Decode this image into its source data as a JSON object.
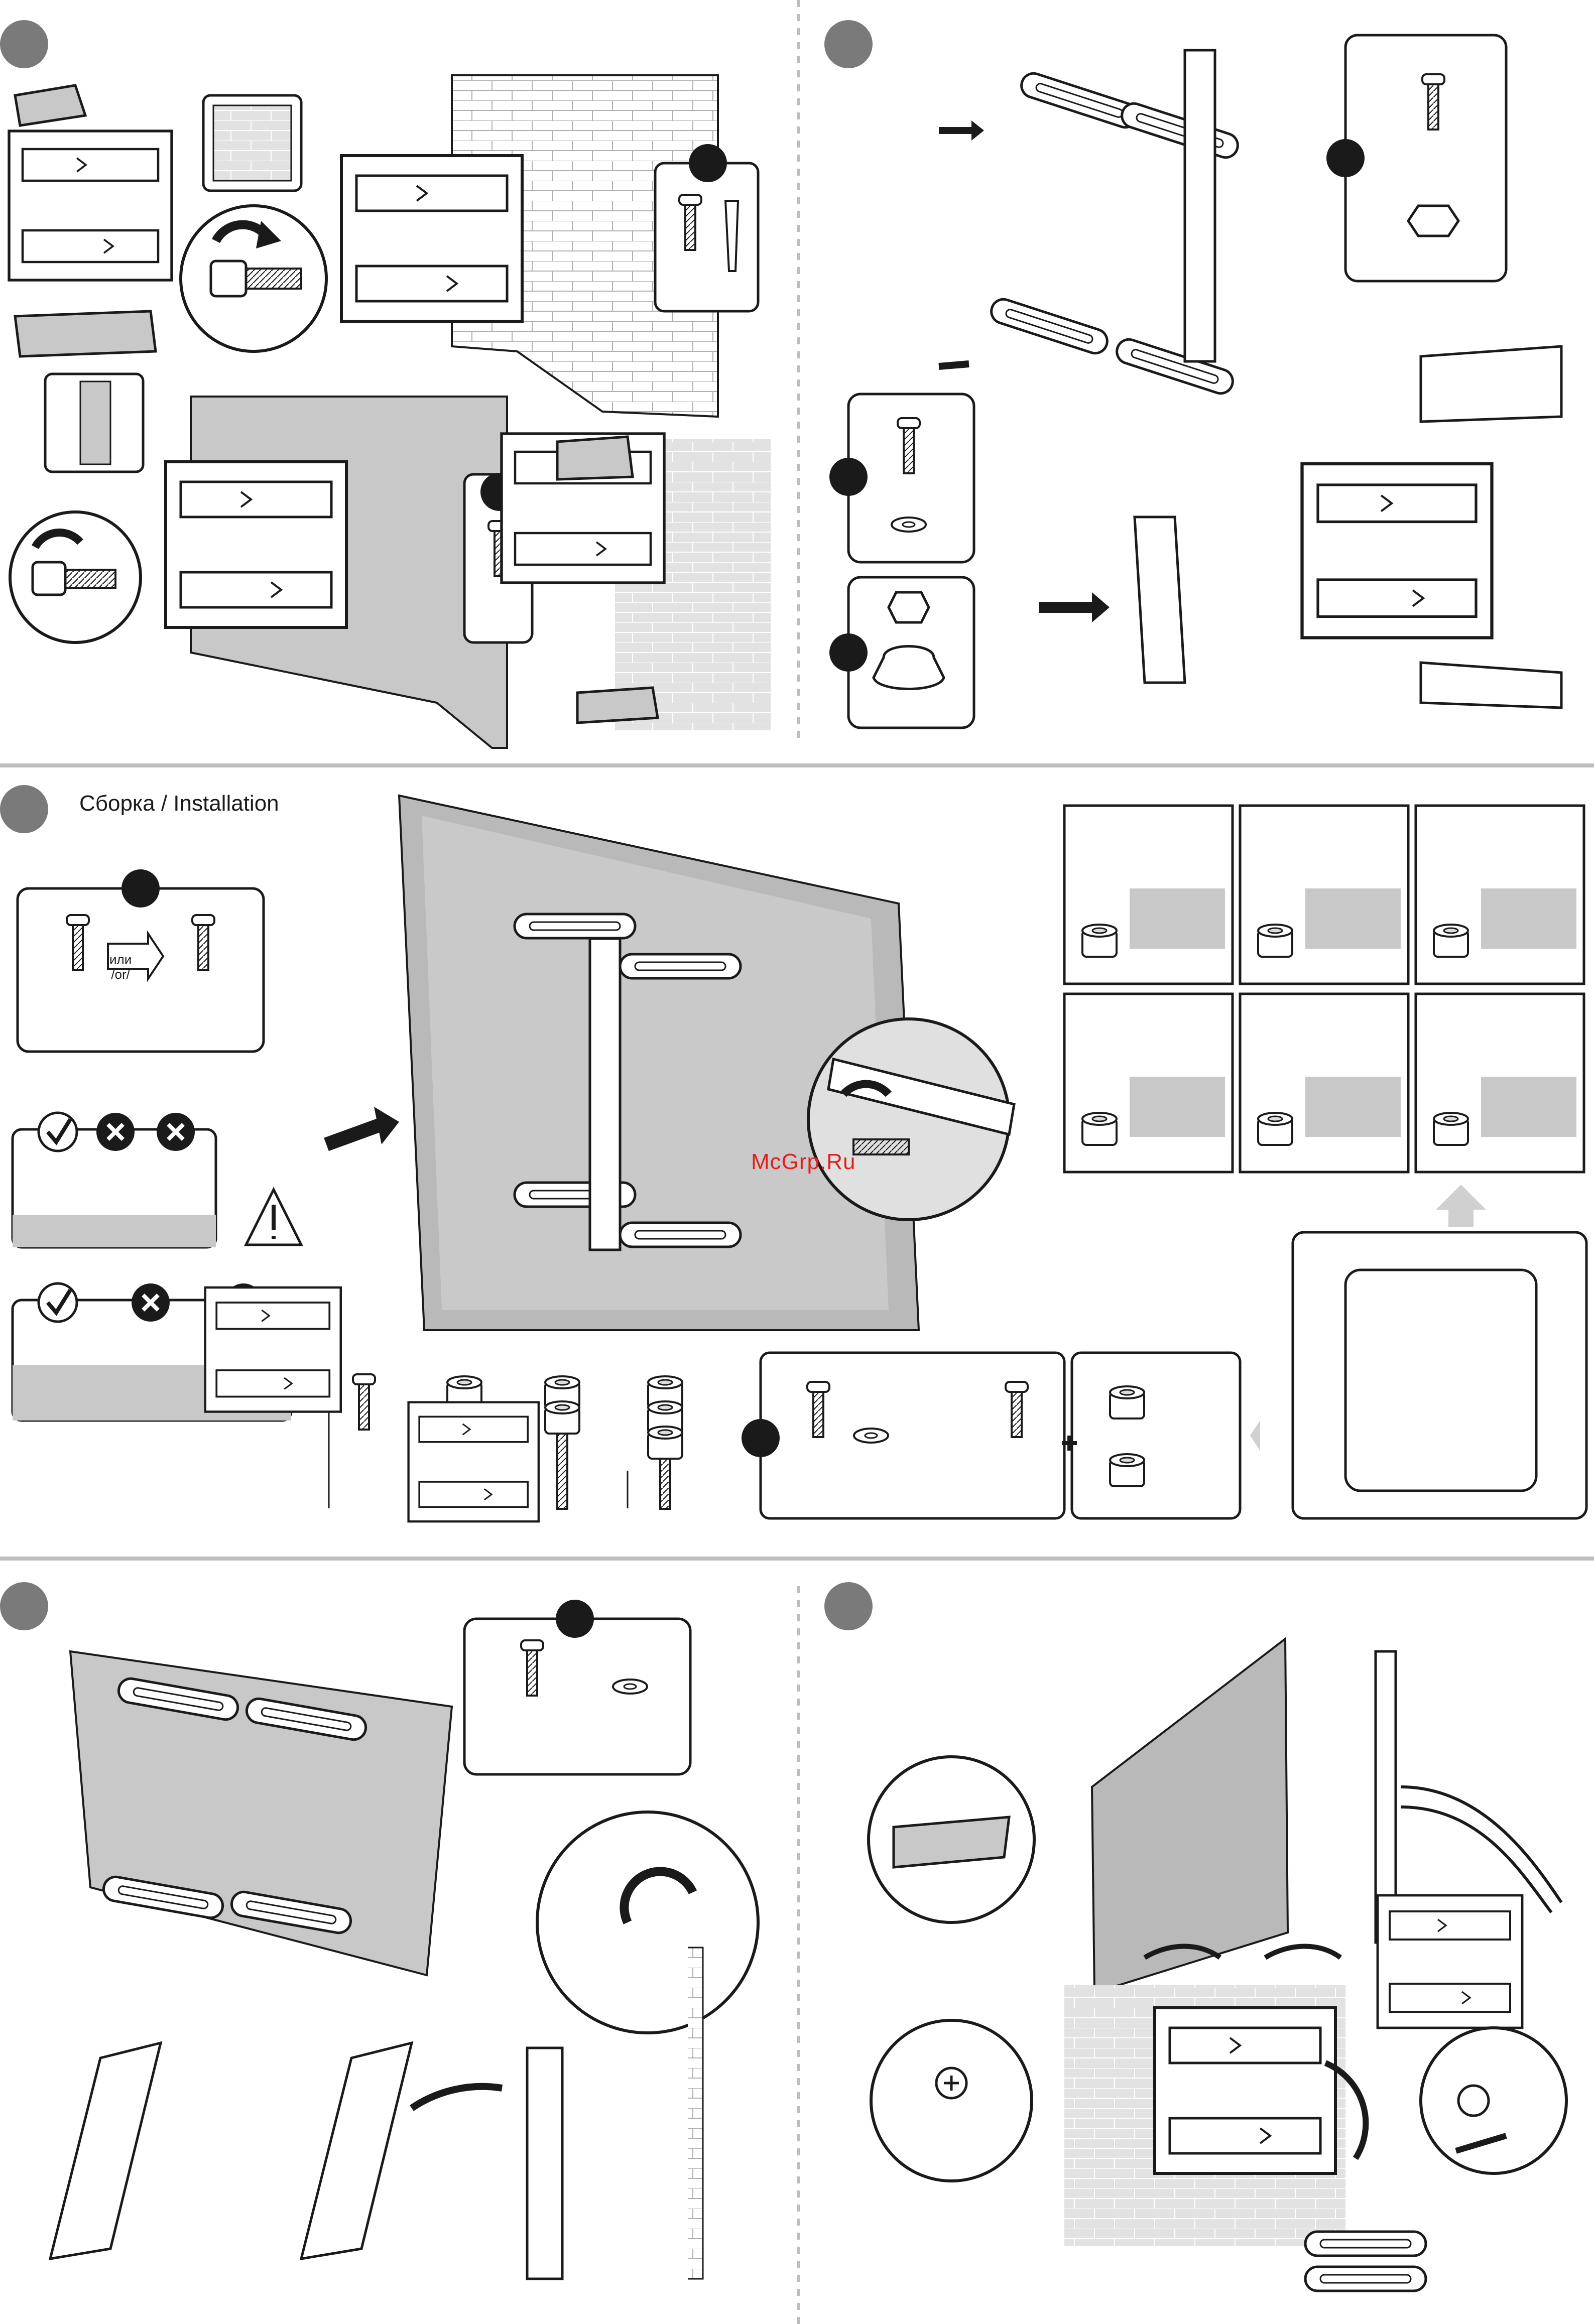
{
  "section": {
    "title": "Сборка / Installation"
  },
  "swap_arrow": {
    "line1": "или",
    "line2": "/or/"
  },
  "watermark": "McGrp.Ru",
  "colors": {
    "step_badge": "#7a7a7a",
    "ink": "#1a1a1a",
    "panel_gray": "#c8c8c8",
    "tv_gray": "#b9b9b9",
    "divider": "#bdbdbd"
  },
  "steps": [
    {
      "name": "step-1"
    },
    {
      "name": "step-2"
    },
    {
      "name": "step-3"
    },
    {
      "name": "step-4"
    },
    {
      "name": "step-5"
    }
  ],
  "icons": [
    "check-icon",
    "cross-icon",
    "warning-icon",
    "arrow-icon",
    "bolt-icon",
    "nut-icon",
    "washer-icon",
    "spacer-icon",
    "rotate-icon"
  ]
}
